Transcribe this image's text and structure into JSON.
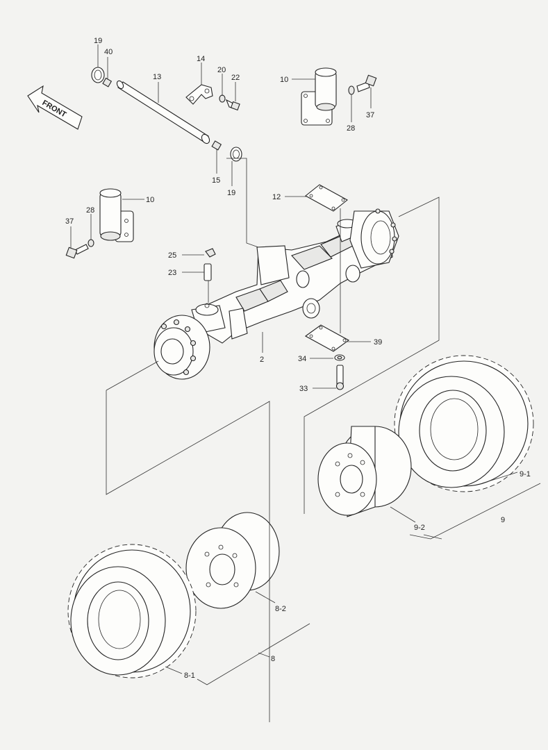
{
  "direction_label": "FRONT",
  "callouts": [
    {
      "id": "c19a",
      "label": "19"
    },
    {
      "id": "c40",
      "label": "40"
    },
    {
      "id": "c13",
      "label": "13"
    },
    {
      "id": "c14",
      "label": "14"
    },
    {
      "id": "c20",
      "label": "20"
    },
    {
      "id": "c22",
      "label": "22"
    },
    {
      "id": "c10a",
      "label": "10"
    },
    {
      "id": "c37a",
      "label": "37"
    },
    {
      "id": "c28a",
      "label": "28"
    },
    {
      "id": "c15",
      "label": "15"
    },
    {
      "id": "c19b",
      "label": "19"
    },
    {
      "id": "c10b",
      "label": "10"
    },
    {
      "id": "c28b",
      "label": "28"
    },
    {
      "id": "c37b",
      "label": "37"
    },
    {
      "id": "c12",
      "label": "12"
    },
    {
      "id": "c25",
      "label": "25"
    },
    {
      "id": "c23",
      "label": "23"
    },
    {
      "id": "c39",
      "label": "39"
    },
    {
      "id": "c2",
      "label": "2"
    },
    {
      "id": "c34",
      "label": "34"
    },
    {
      "id": "c33",
      "label": "33"
    },
    {
      "id": "c9-1",
      "label": "9-1"
    },
    {
      "id": "c9",
      "label": "9"
    },
    {
      "id": "c9-2",
      "label": "9-2"
    },
    {
      "id": "c8-2",
      "label": "8-2"
    },
    {
      "id": "c8",
      "label": "8"
    },
    {
      "id": "c8-1",
      "label": "8-1"
    }
  ]
}
